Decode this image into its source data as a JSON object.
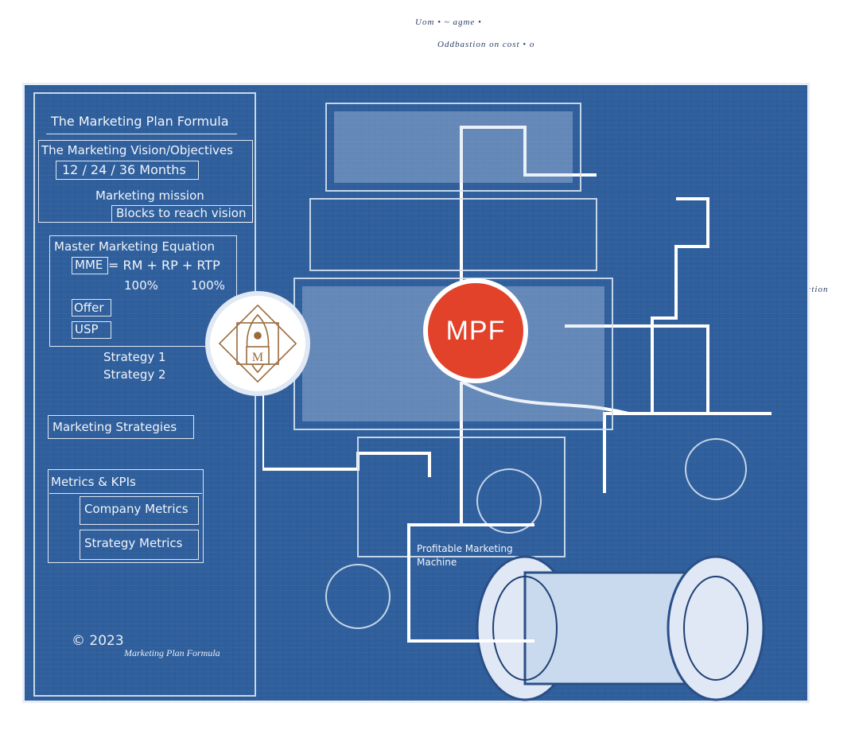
{
  "left_panel": {
    "title": "The Marketing Plan Formula",
    "vision": {
      "heading": "The Marketing Vision/Objectives",
      "timeline": "12 / 24 / 36 Months",
      "mission_label": "Marketing mission",
      "mission_detail": "Blocks to reach vision"
    },
    "equation": {
      "heading": "Master Marketing Equation",
      "mme": "MME",
      "formula": "= RM + RP + RTP",
      "pct_left": "100%",
      "pct_right": "100%",
      "offer": "Offer",
      "usp": "USP",
      "strategy_1": "Strategy 1",
      "strategy_2": "Strategy 2"
    },
    "strategies": "Marketing Strategies",
    "metrics": {
      "heading": "Metrics & KPIs",
      "company": "Company Metrics",
      "strategy": "Strategy Metrics"
    },
    "copyright": "© 2023",
    "signature": "Marketing Plan Formula"
  },
  "badges": {
    "mpf": "MPF",
    "m_logo": "M",
    "mpf_color": "#e2412a",
    "logo_color": "#9a6b3c"
  },
  "machine_label": "Profitable Marketing Machine",
  "margin_notes": {
    "top_1": "Uom • ~ agme •",
    "top_2": "Oddbastion on    cost    • o",
    "right_1": "Construction"
  },
  "colors": {
    "blueprint": "#2f5f9c",
    "line": "#ffffff"
  }
}
